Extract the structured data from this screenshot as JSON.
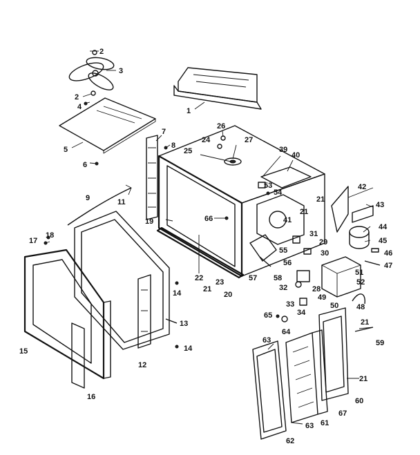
{
  "diagram": {
    "colors": {
      "ink": "#111111",
      "paper": "#ffffff"
    },
    "callouts": [
      {
        "id": "c1",
        "text": "1"
      },
      {
        "id": "c2a",
        "text": "2"
      },
      {
        "id": "c2b",
        "text": "2"
      },
      {
        "id": "c3",
        "text": "3"
      },
      {
        "id": "c4",
        "text": "4"
      },
      {
        "id": "c5",
        "text": "5"
      },
      {
        "id": "c6",
        "text": "6"
      },
      {
        "id": "c7",
        "text": "7"
      },
      {
        "id": "c8",
        "text": "8"
      },
      {
        "id": "c9",
        "text": "9"
      },
      {
        "id": "c11",
        "text": "11"
      },
      {
        "id": "c12",
        "text": "12"
      },
      {
        "id": "c13",
        "text": "13"
      },
      {
        "id": "c14a",
        "text": "14"
      },
      {
        "id": "c14b",
        "text": "14"
      },
      {
        "id": "c15",
        "text": "15"
      },
      {
        "id": "c16",
        "text": "16"
      },
      {
        "id": "c17",
        "text": "17"
      },
      {
        "id": "c18",
        "text": "18"
      },
      {
        "id": "c19",
        "text": "19"
      },
      {
        "id": "c20",
        "text": "20"
      },
      {
        "id": "c21a",
        "text": "21"
      },
      {
        "id": "c21b",
        "text": "21"
      },
      {
        "id": "c21c",
        "text": "21"
      },
      {
        "id": "c21d",
        "text": "21"
      },
      {
        "id": "c21e",
        "text": "21"
      },
      {
        "id": "c22",
        "text": "22"
      },
      {
        "id": "c23",
        "text": "23"
      },
      {
        "id": "c24",
        "text": "24"
      },
      {
        "id": "c25",
        "text": "25"
      },
      {
        "id": "c26",
        "text": "26"
      },
      {
        "id": "c27",
        "text": "27"
      },
      {
        "id": "c28",
        "text": "28"
      },
      {
        "id": "c29",
        "text": "29"
      },
      {
        "id": "c30",
        "text": "30"
      },
      {
        "id": "c31",
        "text": "31"
      },
      {
        "id": "c32",
        "text": "32"
      },
      {
        "id": "c33",
        "text": "33"
      },
      {
        "id": "c34",
        "text": "34"
      },
      {
        "id": "c39",
        "text": "39"
      },
      {
        "id": "c40",
        "text": "40"
      },
      {
        "id": "c41",
        "text": "41"
      },
      {
        "id": "c42",
        "text": "42"
      },
      {
        "id": "c43",
        "text": "43"
      },
      {
        "id": "c44",
        "text": "44"
      },
      {
        "id": "c45",
        "text": "45"
      },
      {
        "id": "c46",
        "text": "46"
      },
      {
        "id": "c47",
        "text": "47"
      },
      {
        "id": "c48",
        "text": "48"
      },
      {
        "id": "c49",
        "text": "49"
      },
      {
        "id": "c50",
        "text": "50"
      },
      {
        "id": "c51",
        "text": "51"
      },
      {
        "id": "c52",
        "text": "52"
      },
      {
        "id": "c53",
        "text": "53"
      },
      {
        "id": "c54",
        "text": "54"
      },
      {
        "id": "c55",
        "text": "55"
      },
      {
        "id": "c56",
        "text": "56"
      },
      {
        "id": "c57",
        "text": "57"
      },
      {
        "id": "c58",
        "text": "58"
      },
      {
        "id": "c59",
        "text": "59"
      },
      {
        "id": "c60",
        "text": "60"
      },
      {
        "id": "c61",
        "text": "61"
      },
      {
        "id": "c62",
        "text": "62"
      },
      {
        "id": "c63a",
        "text": "63"
      },
      {
        "id": "c63b",
        "text": "63"
      },
      {
        "id": "c64",
        "text": "64"
      },
      {
        "id": "c65",
        "text": "65"
      },
      {
        "id": "c66",
        "text": "66"
      },
      {
        "id": "c67",
        "text": "67"
      }
    ]
  }
}
